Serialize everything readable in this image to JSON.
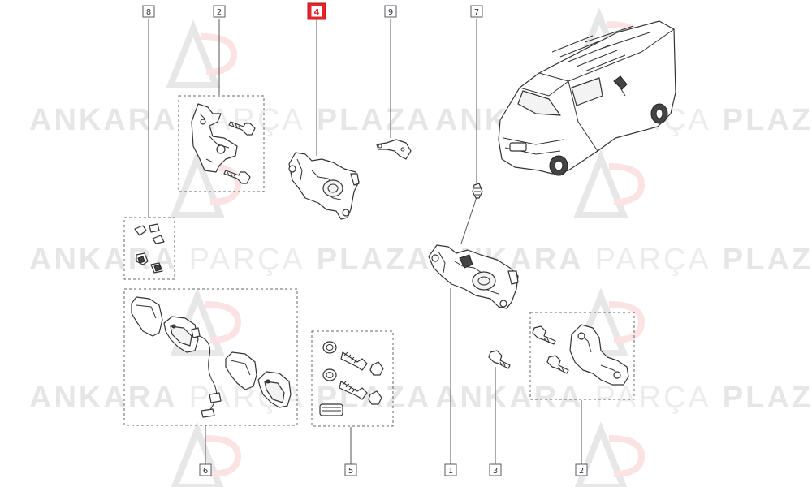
{
  "watermark": {
    "bold_left": "ANKARA",
    "light_mid": "PARÇA",
    "bold_right": "PLAZA",
    "logo_letters": "AP"
  },
  "colors": {
    "highlight": "#e8232a",
    "callout_border": "#555a66",
    "line": "#333333"
  },
  "callouts": {
    "c1": "1",
    "c2_top": "2",
    "c2_bottom": "2",
    "c3": "3",
    "c4": "4",
    "c5": "5",
    "c6": "6",
    "c7": "7",
    "c8": "8",
    "c9": "9"
  },
  "highlighted_callout": "4",
  "icons": {
    "van": "van-illustration-icon",
    "caliper": "brake-caliper-icon",
    "carrier": "caliper-carrier-bracket-icon",
    "bolt": "bolt-icon",
    "pads": "brake-pad-icon",
    "sensor": "wear-sensor-icon",
    "clips": "spring-clip-icon",
    "guide_kit": "guide-pin-kit-icon",
    "bleeder": "bleed-screw-icon",
    "bracket": "hose-bracket-icon"
  }
}
